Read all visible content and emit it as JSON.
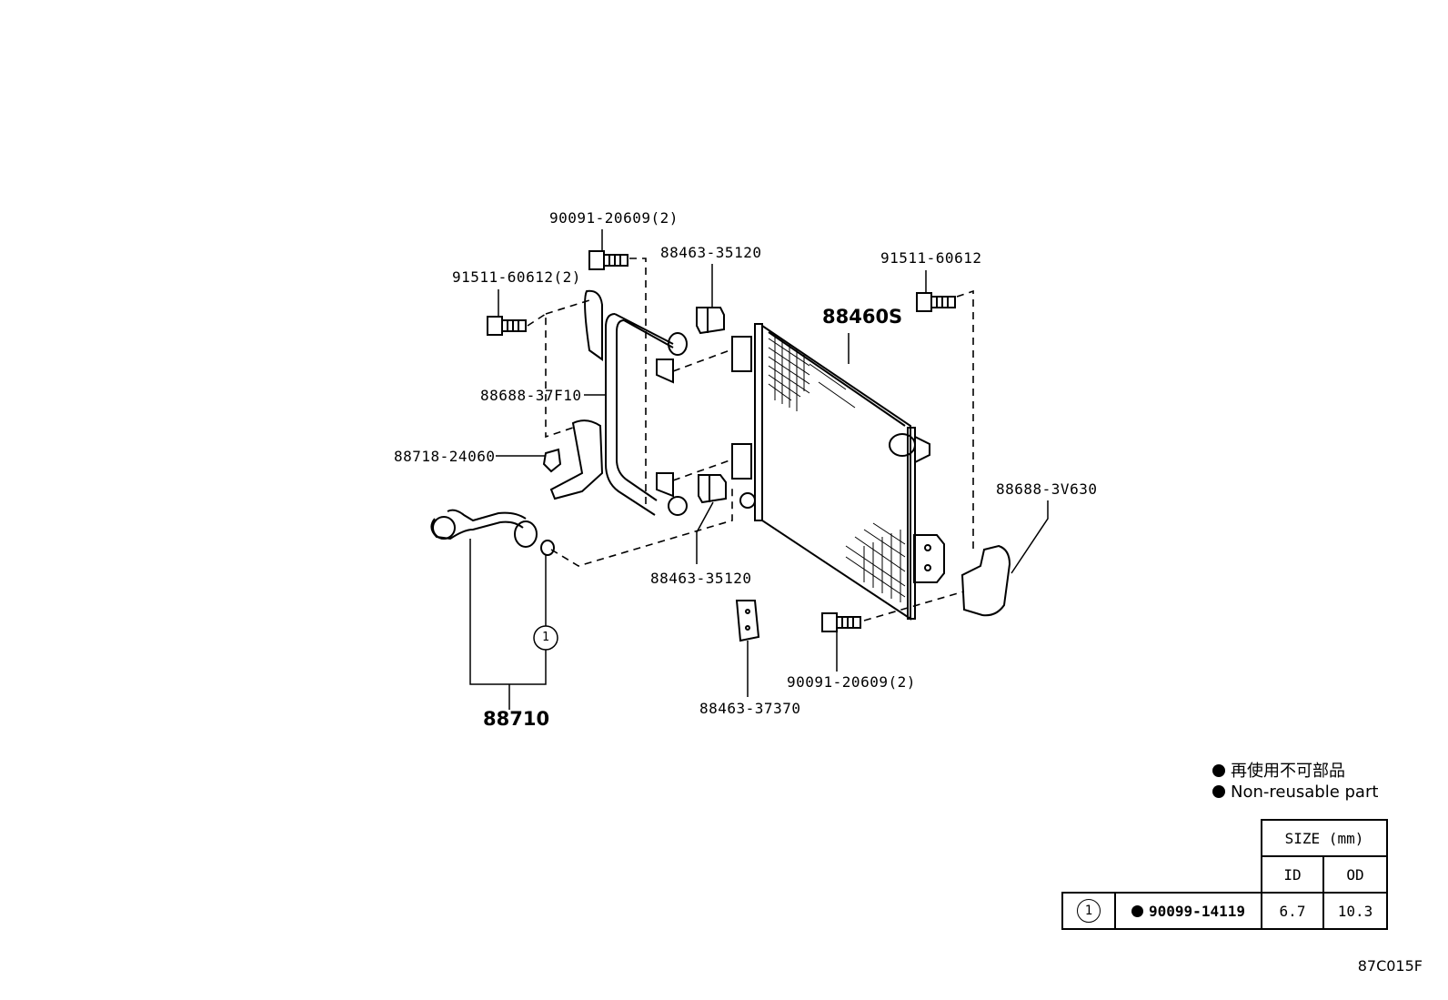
{
  "parts": {
    "bolt_top": "90091-20609(2)",
    "cushion_top": "88463-35120",
    "bolt_right_top": "91511-60612",
    "bolt_left": "91511-60612(2)",
    "condenser": "88460S",
    "bracket_left": "88688-37F10",
    "clamp": "88718-24060",
    "bracket_right": "88688-3V630",
    "cushion_bottom": "88463-35120",
    "bolt_bottom": "90091-20609(2)",
    "cushion_small": "88463-37370",
    "tube": "88710",
    "ref_callout": "1"
  },
  "legend": {
    "jp": "再使用不可部品",
    "en": "Non-reusable part"
  },
  "size_table": {
    "header": "SIZE (mm)",
    "col_id": "ID",
    "col_od": "OD",
    "row": {
      "ref": "1",
      "part": "90099-14119",
      "id": "6.7",
      "od": "10.3"
    }
  },
  "figure_code": "87C015F"
}
